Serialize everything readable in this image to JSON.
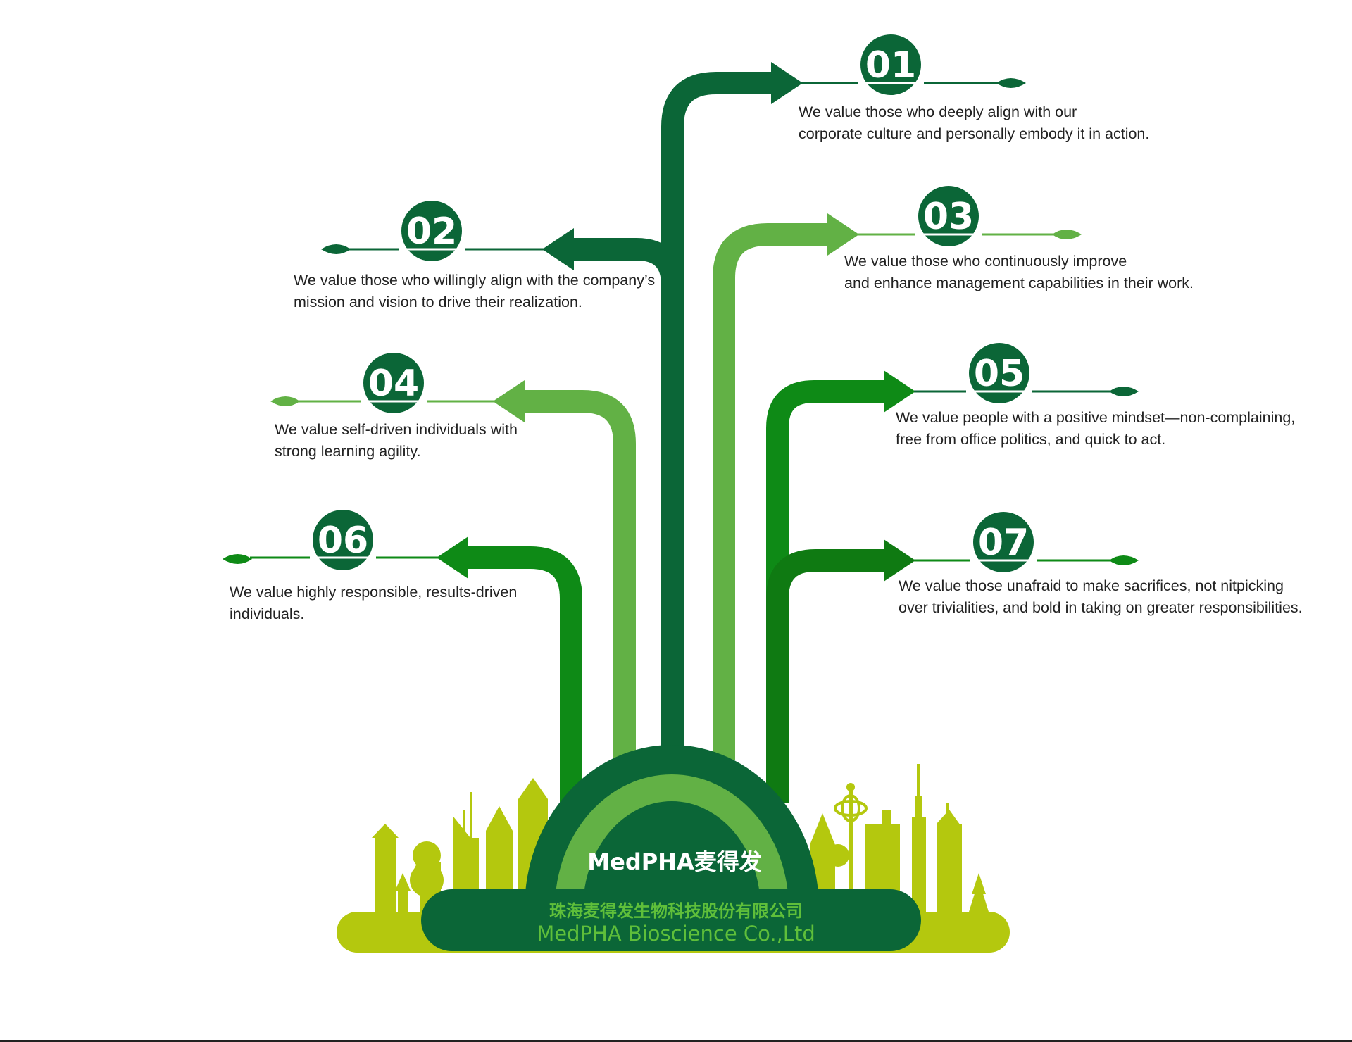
{
  "colors": {
    "dark": "#0b6637",
    "light": "#62b145",
    "medium": "#0e8a16",
    "medium2": "#0f7a12",
    "city": "#b4c80e",
    "company_text": "#5fbf3a"
  },
  "items": [
    {
      "num": "01",
      "lines": [
        "We value those who deeply align with our",
        "corporate culture and personally embody it in action."
      ]
    },
    {
      "num": "02",
      "lines": [
        "We value those who willingly align with the company’s",
        "mission and vision to drive their realization."
      ]
    },
    {
      "num": "03",
      "lines": [
        "We value those who continuously improve",
        "and enhance management capabilities in their work."
      ]
    },
    {
      "num": "04",
      "lines": [
        "We value self-driven individuals with",
        "strong learning agility."
      ]
    },
    {
      "num": "05",
      "lines": [
        "We value people with a positive mindset—non-complaining,",
        "free from office politics, and quick to act."
      ]
    },
    {
      "num": "06",
      "lines": [
        "We value highly responsible, results-driven",
        "individuals."
      ]
    },
    {
      "num": "07",
      "lines": [
        "We value those unafraid to make sacrifices, not nitpicking",
        "over trivialities, and bold in taking on greater responsibilities."
      ]
    }
  ],
  "brand": {
    "logo": "MedPHA麦得发",
    "company_cn": "珠海麦得发生物科技股份有限公司",
    "company_en": "MedPHA Bioscience Co.,Ltd"
  }
}
